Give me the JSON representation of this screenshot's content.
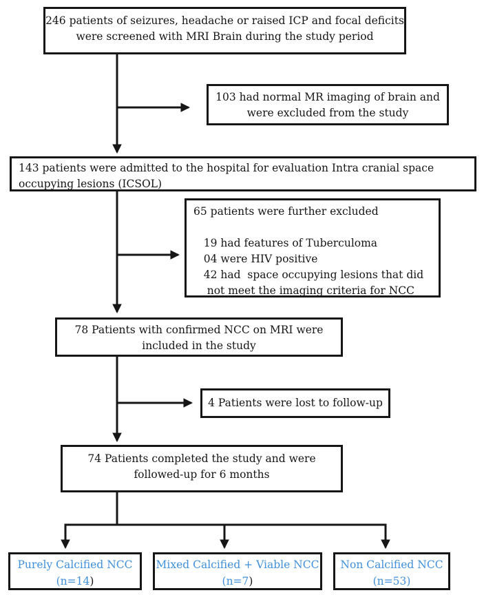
{
  "colors": {
    "accent_blue": "#4190d9",
    "ink": "#161616"
  },
  "flow": {
    "screened": "246 patients of seizures, headache or raised ICP and focal deficits\nwere screened with MRI Brain during the study period",
    "normal_mri": "103 had normal MR imaging of brain and\nwere excluded from the study",
    "admitted": "143 patients were admitted to the hospital for evaluation Intra cranial space\noccupying lesions (ICSOL)",
    "excluded": "65 patients were further excluded\n\n   19 had features of Tuberculoma\n   04 were HIV positive\n   42 had  space occupying lesions that did\n    not meet the imaging criteria for NCC",
    "confirmed": "78 Patients with confirmed NCC on MRI were\nincluded in the study",
    "lost": "4 Patients were lost to follow-up",
    "completed": "74 Patients completed the study and were\nfollowed-up for 6 months",
    "outcomes": [
      {
        "label": "Purely Calcified NCC",
        "count": "(n=14",
        "count_suffix": ")"
      },
      {
        "label": "Mixed Calcified + Viable NCC",
        "count": "(n=7",
        "count_suffix": ")"
      },
      {
        "label": "Non Calcified NCC",
        "count": "(n=53)",
        "count_suffix": ""
      }
    ]
  }
}
